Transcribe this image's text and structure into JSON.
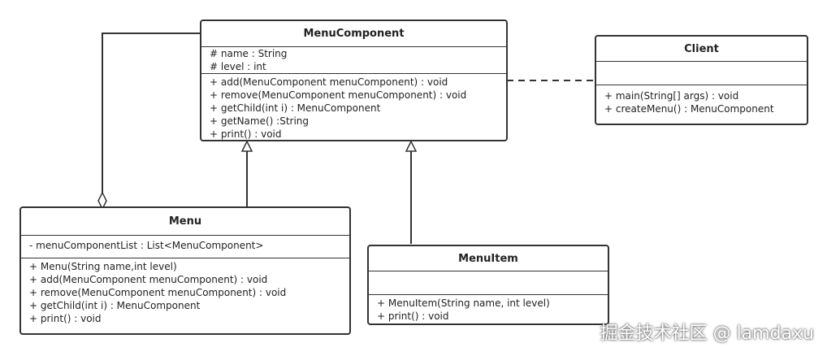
{
  "classes": {
    "menu_component": {
      "name": "MenuComponent",
      "attributes": [
        "# name : String",
        "# level : int"
      ],
      "methods": [
        "+ add(MenuComponent menuComponent) : void",
        "+ remove(MenuComponent menuComponent) : void",
        "+ getChild(int i) : MenuComponent",
        "+ getName() :String",
        "+ print() : void"
      ]
    },
    "client": {
      "name": "Client",
      "attributes": [],
      "methods": [
        "+ main(String[] args) : void",
        "+ createMenu() : MenuComponent"
      ]
    },
    "menu": {
      "name": "Menu",
      "attributes": [
        "- menuComponentList : List<MenuComponent>"
      ],
      "methods": [
        "+ Menu(String name,int level)",
        "+ add(MenuComponent menuComponent) : void",
        "+ remove(MenuComponent menuComponent) : void",
        "+ getChild(int i) : MenuComponent",
        "+ print() : void"
      ]
    },
    "menu_item": {
      "name": "MenuItem",
      "attributes": [],
      "methods": [
        "+ MenuItem(String name, int level)",
        "+ print() : void"
      ]
    }
  },
  "watermark": "掘金技术社区 @ lamdaxu",
  "colors": {
    "stroke": "#333333",
    "background": "#ffffff"
  }
}
